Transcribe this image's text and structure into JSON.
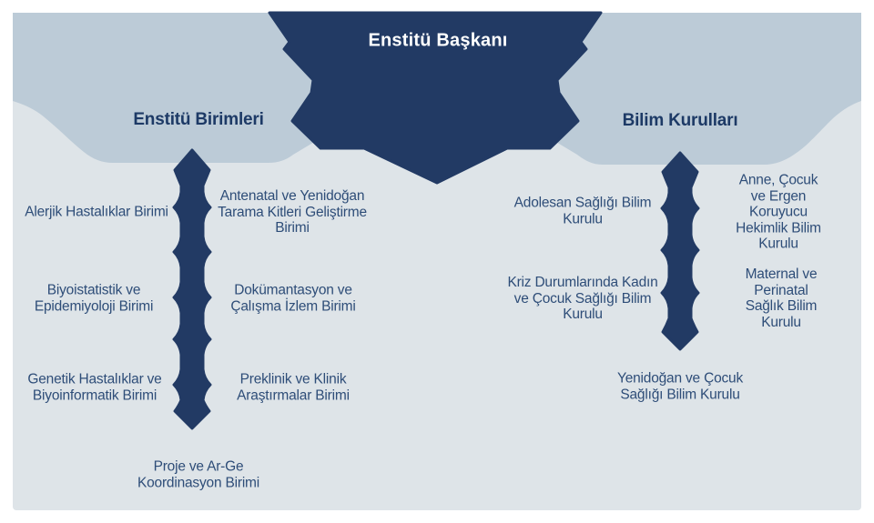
{
  "title": "Enstitü Başkanı",
  "left_group": {
    "header": "Enstitü Birimleri",
    "units": [
      "Alerjik Hastalıklar Birimi",
      "Antenatal ve Yenidoğan\nTarama Kitleri Geliştirme\nBirimi",
      "Biyoistatistik ve\nEpidemiyoloji Birimi",
      "Dokümantasyon ve\nÇalışma İzlem Birimi",
      "Genetik Hastalıklar ve\nBiyoinformatik Birimi",
      "Preklinik ve Klinik\nAraştırmalar Birimi",
      "Proje ve Ar-Ge\nKoordinasyon Birimi"
    ]
  },
  "right_group": {
    "header": "Bilim Kurulları",
    "units": [
      "Adolesan Sağlığı Bilim\nKurulu",
      "Anne, Çocuk ve Ergen\nKoruyucu Hekimlik Bilim\nKurulu",
      "Kriz Durumlarında Kadın\nve Çocuk Sağlığı Bilim\nKurulu",
      "Maternal ve Perinatal\nSağlık Bilim Kurulu",
      "Yenidoğan ve Çocuk\nSağlığı Bilim Kurulu"
    ]
  },
  "colors": {
    "navy": "#223a64",
    "band": "#bccbd7",
    "background": "#dee4e8",
    "label_text": "#2e4d78",
    "header_text": "#1d3a66",
    "title_text": "#ffffff",
    "page": "#ffffff"
  }
}
